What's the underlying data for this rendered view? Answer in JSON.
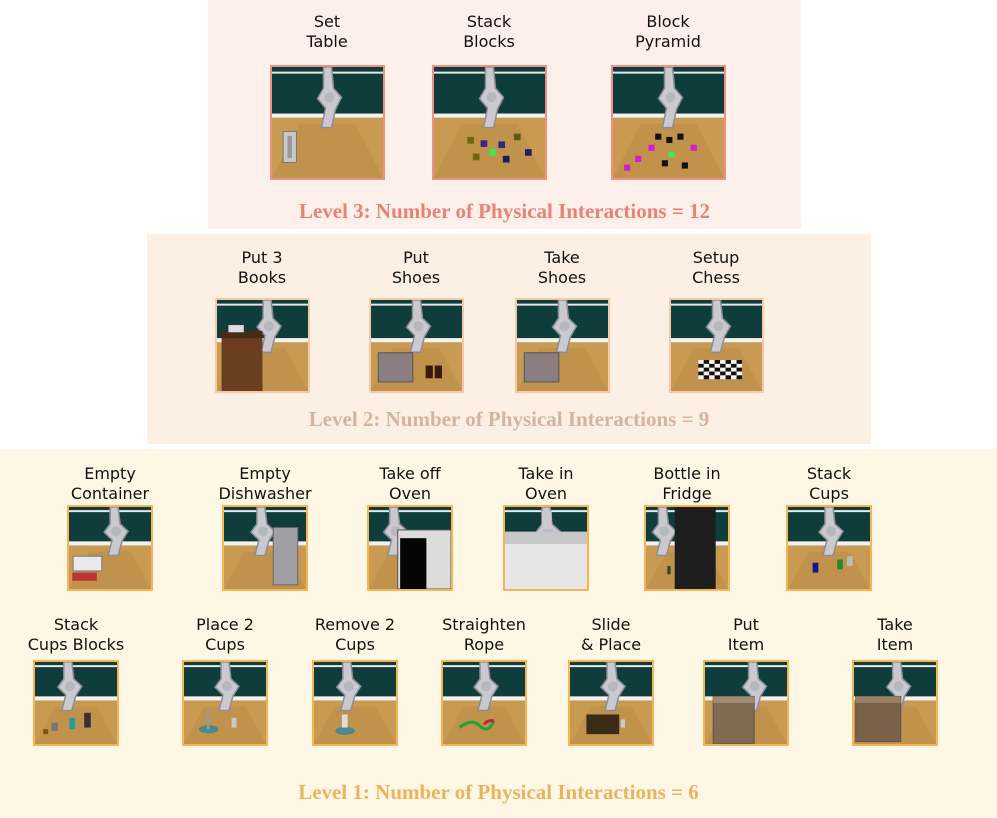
{
  "levels": [
    {
      "title": "Level 3: Number of Physical Interactions = 12",
      "border_color": "#f08f84",
      "tasks": [
        {
          "label_lines": [
            "Set",
            "Table"
          ],
          "scene": "set-table"
        },
        {
          "label_lines": [
            "Stack",
            "Blocks"
          ],
          "scene": "stack-blocks"
        },
        {
          "label_lines": [
            "Block",
            "Pyramid"
          ],
          "scene": "block-pyramid"
        }
      ]
    },
    {
      "title": "Level 2: Number of Physical Interactions = 9",
      "border_color": "#f4c8a8",
      "tasks": [
        {
          "label_lines": [
            "Put 3",
            "Books"
          ],
          "scene": "put-books"
        },
        {
          "label_lines": [
            "Put",
            "Shoes"
          ],
          "scene": "put-shoes"
        },
        {
          "label_lines": [
            "Take",
            "Shoes"
          ],
          "scene": "take-shoes"
        },
        {
          "label_lines": [
            "Setup",
            "Chess"
          ],
          "scene": "setup-chess"
        }
      ]
    },
    {
      "title": "Level 1: Number of Physical Interactions = 6",
      "border_color": "#f5b555",
      "tasks": [
        {
          "label_lines": [
            "Empty",
            "Container"
          ],
          "scene": "empty-container"
        },
        {
          "label_lines": [
            "Empty",
            "Dishwasher"
          ],
          "scene": "empty-dishwasher"
        },
        {
          "label_lines": [
            "Take off",
            "Oven"
          ],
          "scene": "take-off-oven"
        },
        {
          "label_lines": [
            "Take in",
            "Oven"
          ],
          "scene": "take-in-oven"
        },
        {
          "label_lines": [
            "Bottle in",
            "Fridge"
          ],
          "scene": "bottle-in-fridge"
        },
        {
          "label_lines": [
            "Stack",
            "Cups"
          ],
          "scene": "stack-cups"
        },
        {
          "label_lines": [
            "Stack",
            "Cups Blocks"
          ],
          "scene": "stack-cups-blocks"
        },
        {
          "label_lines": [
            "Place 2",
            "Cups"
          ],
          "scene": "place-cups"
        },
        {
          "label_lines": [
            "Remove 2",
            "Cups"
          ],
          "scene": "remove-cups"
        },
        {
          "label_lines": [
            "Straighten",
            "Rope"
          ],
          "scene": "straighten-rope"
        },
        {
          "label_lines": [
            "Slide",
            "& Place"
          ],
          "scene": "slide-place"
        },
        {
          "label_lines": [
            "Put",
            "Item"
          ],
          "scene": "put-item"
        },
        {
          "label_lines": [
            "Take",
            "Item"
          ],
          "scene": "take-item"
        }
      ]
    }
  ]
}
